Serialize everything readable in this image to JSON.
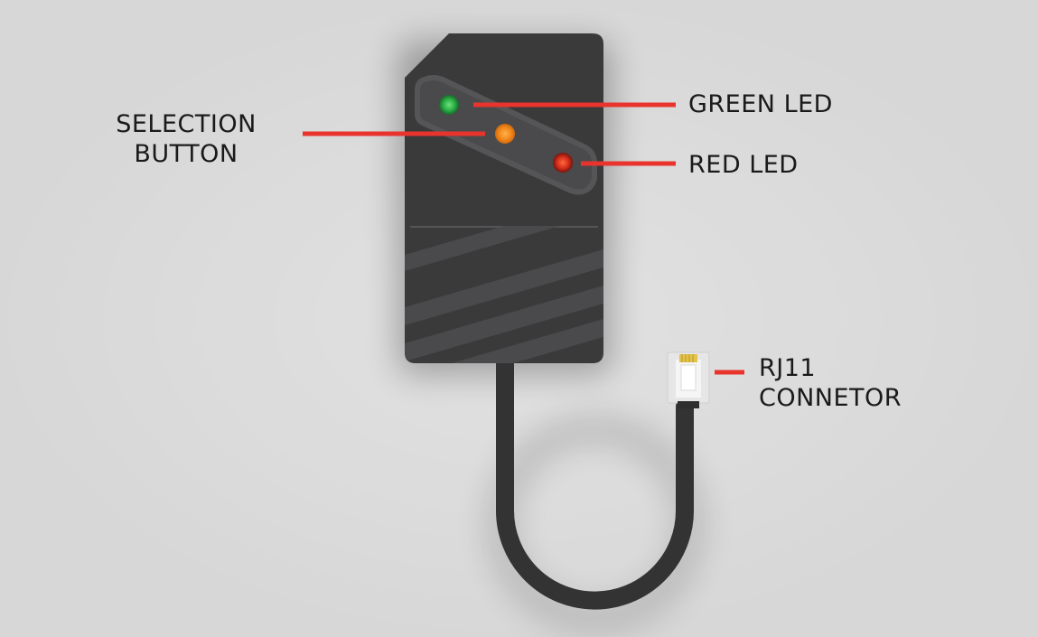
{
  "labels": {
    "selection_button": [
      "SELECTION",
      "BUTTON"
    ],
    "green_led": "GREEN LED",
    "red_led": "RED LED",
    "rj11_connector": [
      "RJ11",
      "CONNETOR"
    ]
  },
  "colors": {
    "background": "#d8d8d8",
    "device_body": "#3a3a3b",
    "callout_line": "#e8342c",
    "green_led": "#2fb24a",
    "selection_button": "#f28a1e",
    "red_led": "#d8311e",
    "cable": "#333333",
    "connector": "#e6e6e6",
    "connector_pins": "#e3c34a"
  },
  "icons": {
    "device": "usb-cable-device-icon",
    "connector": "rj11-plug-icon"
  }
}
